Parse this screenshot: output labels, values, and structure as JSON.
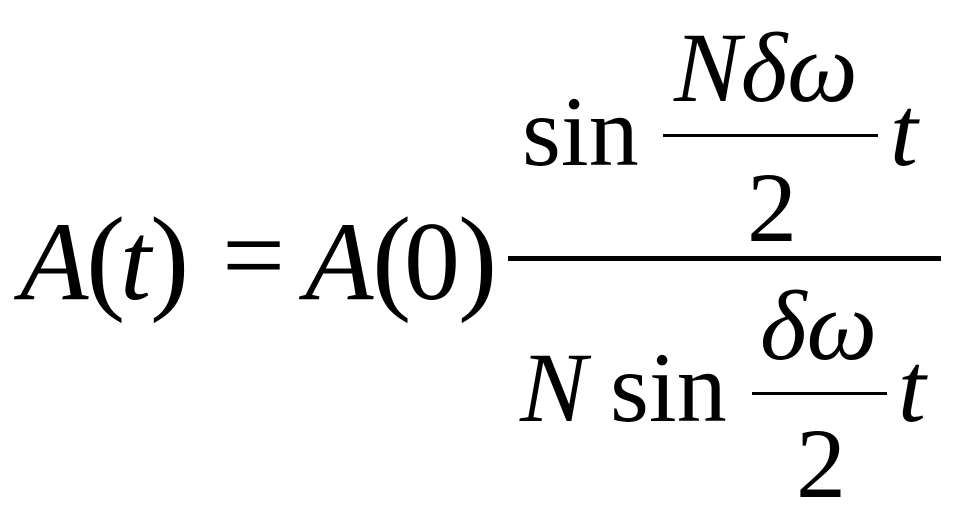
{
  "equation": {
    "lhs": {
      "symbol": "A",
      "open_paren": "(",
      "arg": "t",
      "close_paren": ")"
    },
    "equals": "=",
    "rhs_prefix": {
      "symbol": "A",
      "open_paren": "(",
      "arg": "0",
      "close_paren": ")"
    },
    "fraction": {
      "numerator": {
        "func": "sin",
        "inner_numerator": "Nδω",
        "inner_denominator": "2",
        "variable": "t"
      },
      "denominator": {
        "coefficient": "N",
        "func": "sin",
        "inner_numerator": "δω",
        "inner_denominator": "2",
        "variable": "t"
      }
    }
  }
}
